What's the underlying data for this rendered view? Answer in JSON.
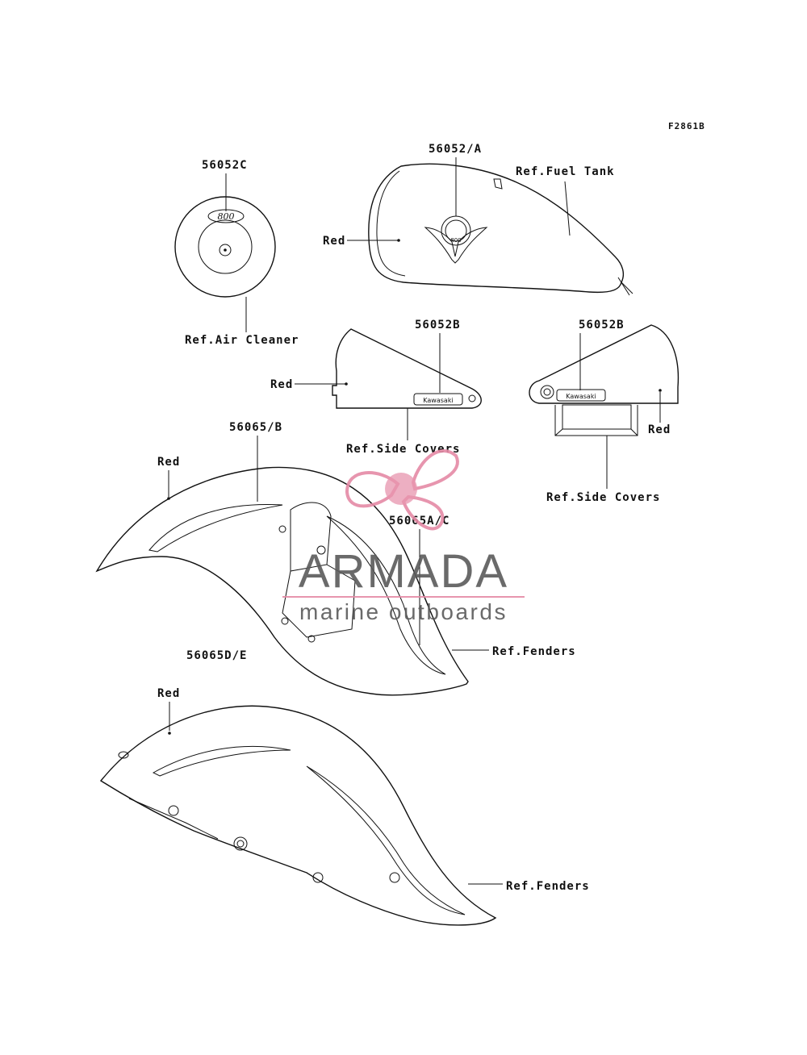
{
  "figure_code": "F2861B",
  "labels": {
    "air_cleaner_part": "56052C",
    "air_cleaner_ref": "Ref.Air Cleaner",
    "fuel_tank_part": "56052/A",
    "fuel_tank_ref": "Ref.Fuel Tank",
    "fuel_tank_color": "Red",
    "side_cover_left_part": "56052B",
    "side_cover_left_color": "Red",
    "side_cover_left_ref": "Ref.Side Covers",
    "side_cover_right_part": "56052B",
    "side_cover_right_color": "Red",
    "side_cover_right_ref": "Ref.Side Covers",
    "front_fender_part_b": "56065/B",
    "front_fender_part_ac": "56065A/C",
    "front_fender_color": "Red",
    "front_fender_ref": "Ref.Fenders",
    "rear_fender_part": "56065D/E",
    "rear_fender_color": "Red",
    "rear_fender_ref": "Ref.Fenders"
  },
  "emblems": {
    "air_cleaner_emblem": "800",
    "fuel_tank_emblem": "800",
    "side_cover_emblem": "Kawasaki"
  },
  "watermark": {
    "brand": "ARMADA",
    "tagline": "marine outboards",
    "colors": {
      "text": "#5a5a5a",
      "accent": "#e58aa6"
    }
  }
}
